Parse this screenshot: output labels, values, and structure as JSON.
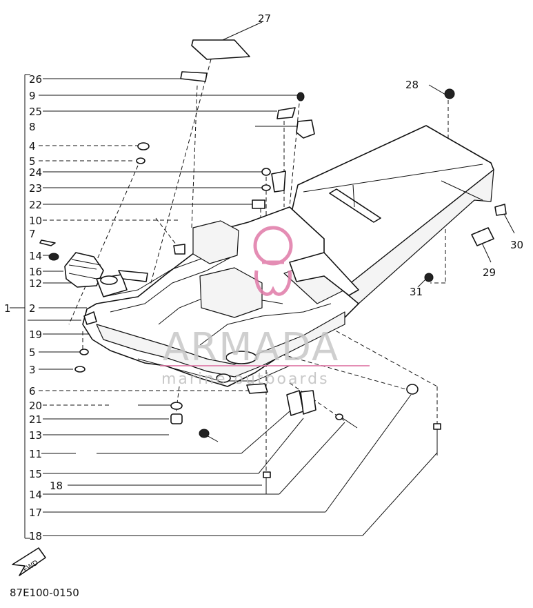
{
  "labels": {
    "l1": "1",
    "l2": "2",
    "l3": "3",
    "l4": "4",
    "l5a": "5",
    "l5b": "5",
    "l6": "6",
    "l7": "7",
    "l8": "8",
    "l9": "9",
    "l10": "10",
    "l11": "11",
    "l12": "12",
    "l13": "13",
    "l14a": "14",
    "l14b": "14",
    "l15": "15",
    "l16": "16",
    "l17": "17",
    "l18a": "18",
    "l18b": "18",
    "l19": "19",
    "l20": "20",
    "l21": "21",
    "l22": "22",
    "l23": "23",
    "l24": "24",
    "l25": "25",
    "l26": "26",
    "l27": "27",
    "l28": "28",
    "l29": "29",
    "l30": "30",
    "l31": "31"
  },
  "fwd_label": "FWD",
  "diagram_code": "87E100-0150",
  "watermark": {
    "brand": "ARMADA",
    "tagline": "marine outboards",
    "accent_color": "#e07aa8"
  }
}
